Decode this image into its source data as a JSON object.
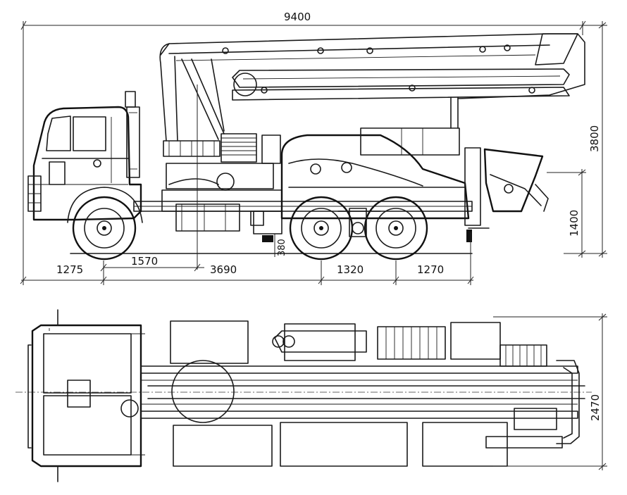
{
  "side_view": {
    "overall_length": "9400",
    "overall_height": "3800",
    "tail_height": "1400",
    "ground_clearance": "380",
    "front_overhang": "1275",
    "wheelbase_front": "1570",
    "wheelbase_total": "3690",
    "bogie_spacing": "1320",
    "rear_overhang": "1270"
  },
  "top_view": {
    "overall_width": "2470"
  }
}
